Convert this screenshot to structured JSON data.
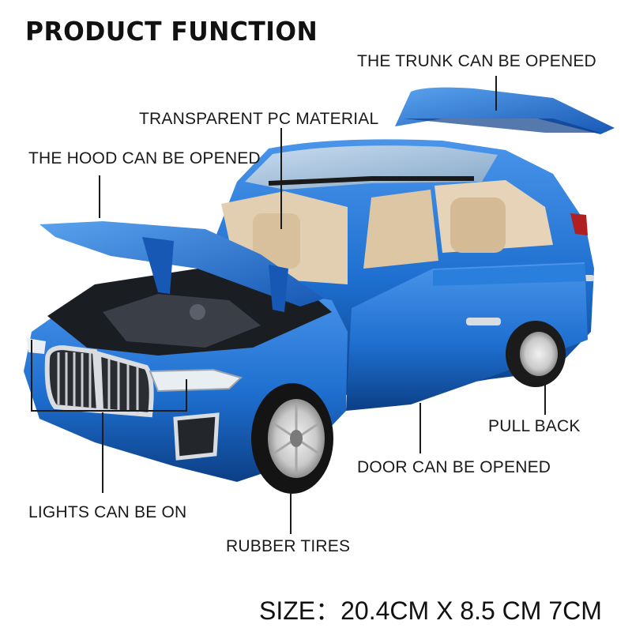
{
  "title": "PRODUCT FUNCTION",
  "labels": {
    "trunk": "THE TRUNK CAN BE OPENED",
    "pc": "TRANSPARENT PC MATERIAL",
    "hood": "THE HOOD CAN BE OPENED",
    "pullback": "PULL BACK",
    "door": "DOOR CAN BE OPENED",
    "lights": "LIGHTS CAN BE ON",
    "tires": "RUBBER TIRES"
  },
  "size_text": "SIZE：20.4CM X 8.5 CM 7CM",
  "colors": {
    "car_body": "#1e6fd0",
    "car_dark": "#0d3f8a",
    "interior": "#e6d3b8",
    "chrome": "#d9dde2"
  }
}
